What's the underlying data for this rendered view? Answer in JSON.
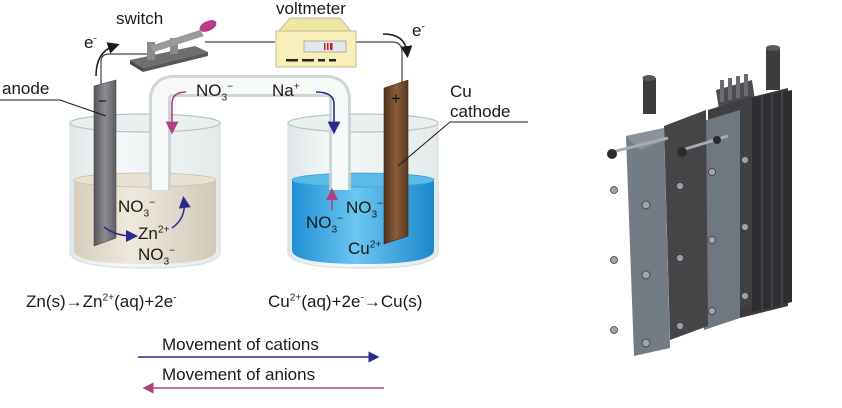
{
  "labels": {
    "switch": "switch",
    "voltmeter": "voltmeter",
    "anode": "anode",
    "cu": "Cu",
    "cathode": "cathode",
    "electron_left": "e",
    "electron_right": "e",
    "electron_charge": "-",
    "anode_sign": "−",
    "cathode_sign": "+"
  },
  "salt_bridge": {
    "anion": "NO",
    "anion_sub": "3",
    "anion_sup": "−",
    "cation": "Na",
    "cation_sup": "+"
  },
  "left_beaker": {
    "ion1": "NO",
    "ion1_sub": "3",
    "ion1_sup": "−",
    "ion2": "Zn",
    "ion2_sup": "2+",
    "ion3": "NO",
    "ion3_sub": "3",
    "ion3_sup": "−"
  },
  "right_beaker": {
    "ion1": "NO",
    "ion1_sub": "3",
    "ion1_sup": "−",
    "ion2": "NO",
    "ion2_sub": "3",
    "ion2_sup": "−",
    "ion3": "Cu",
    "ion3_sup": "2+"
  },
  "equations": {
    "anode_a": "Zn(s)→Zn",
    "anode_sup": "2+",
    "anode_b": "(aq)+2e",
    "anode_c": "-",
    "cathode_a": "Cu",
    "cathode_sup": "2+",
    "cathode_b": "(aq)+2e",
    "cathode_c": "-",
    "cathode_d": "→Cu(s)"
  },
  "legend": {
    "cations": "Movement of cations",
    "anions": "Movement of anions"
  },
  "colors": {
    "cation_arrow": "#2a2a8c",
    "anion_arrow": "#b0407f",
    "zn_solution": "#e6ded0",
    "cu_solution": "#2aa0e0",
    "copper": "#6b4528",
    "zinc": "#6e6e70",
    "voltmeter_body": "#f7f0b8"
  }
}
